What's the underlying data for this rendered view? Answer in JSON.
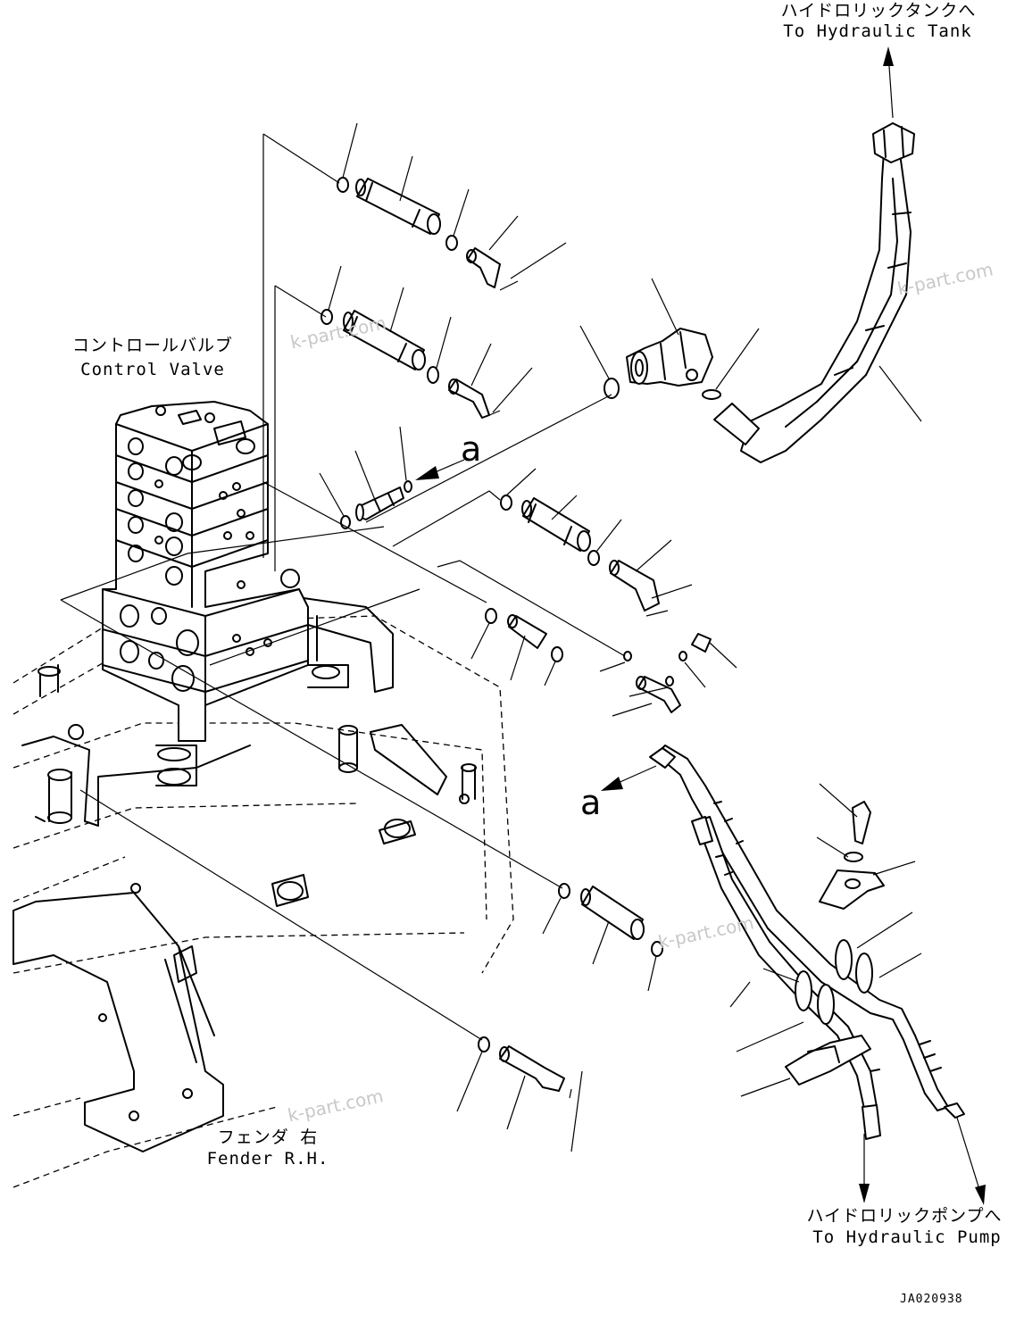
{
  "labels": {
    "tank_jp": "ハイドロリックタンクへ",
    "tank_en": "To Hydraulic Tank",
    "valve_jp": "コントロールバルブ",
    "valve_en": "Control Valve",
    "fender_jp": "フェンダ 右",
    "fender_en": "Fender R.H.",
    "pump_jp": "ハイドロリックポンプへ",
    "pump_en": "To Hydraulic Pump"
  },
  "callouts": {
    "a_upper": "a",
    "a_lower": "a"
  },
  "drawing_code": "JA020938",
  "watermark": "k-part.com"
}
